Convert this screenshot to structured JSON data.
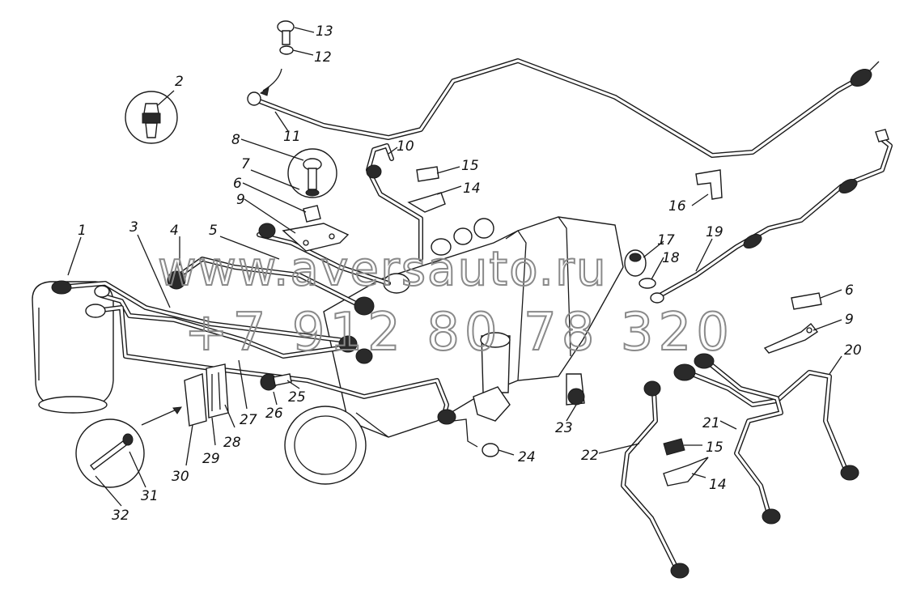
{
  "watermark": {
    "site": "www.aversauto.ru",
    "phone": "+7 912 80 78 320"
  },
  "callouts": [
    "1",
    "2",
    "3",
    "4",
    "5",
    "6",
    "7",
    "8",
    "9",
    "10",
    "11",
    "12",
    "13",
    "14",
    "15",
    "16",
    "17",
    "18",
    "19",
    "20",
    "21",
    "22",
    "23",
    "24",
    "25",
    "26",
    "27",
    "28",
    "29",
    "30",
    "31",
    "32",
    "6",
    "9",
    "14",
    "15"
  ]
}
